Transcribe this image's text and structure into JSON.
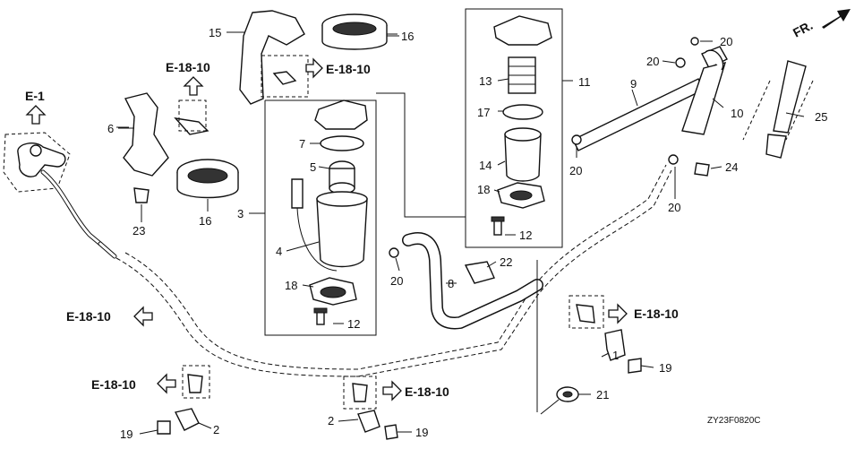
{
  "diagram": {
    "part_labels": {
      "p1": "1",
      "p2a": "2",
      "p2b": "2",
      "p3": "3",
      "p4": "4",
      "p5": "5",
      "p6": "6",
      "p7": "7",
      "p8": "8",
      "p9": "9",
      "p10": "10",
      "p11": "11",
      "p12a": "12",
      "p12b": "12",
      "p13": "13",
      "p14": "14",
      "p15": "15",
      "p16a": "16",
      "p16b": "16",
      "p17": "17",
      "p18a": "18",
      "p18b": "18",
      "p19a": "19",
      "p19b": "19",
      "p19c": "19",
      "p20a": "20",
      "p20b": "20",
      "p20c": "20",
      "p20d": "20",
      "p20e": "20",
      "p21": "21",
      "p22": "22",
      "p23": "23",
      "p24": "24",
      "p25": "25"
    },
    "refs": {
      "e1": "E-1",
      "r_top_left": "E-18-10",
      "r_top_mid": "E-18-10",
      "r_left": "E-18-10",
      "r_bottom_left": "E-18-10",
      "r_bottom_mid": "E-18-10",
      "r_right": "E-18-10"
    },
    "front_label": "FR.",
    "drawing_code": "ZY23F0820C"
  }
}
